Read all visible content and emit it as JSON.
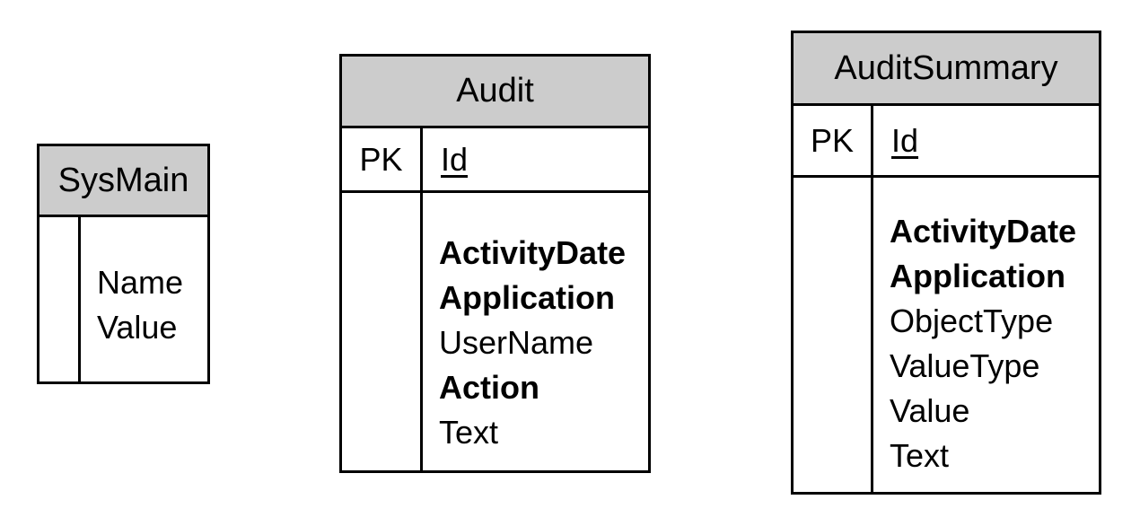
{
  "diagram": {
    "type": "entity-relationship",
    "colors": {
      "header_fill": "#cccccc",
      "border": "#000000",
      "background": "#ffffff",
      "text": "#000000"
    },
    "entities": [
      {
        "name": "SysMain",
        "attributes": [
          {
            "text": "Name",
            "bold": false
          },
          {
            "text": "Value",
            "bold": false
          }
        ]
      },
      {
        "name": "Audit",
        "pk_label": "PK",
        "pk_attribute": "Id",
        "attributes": [
          {
            "text": "ActivityDate",
            "bold": true
          },
          {
            "text": "Application",
            "bold": true
          },
          {
            "text": "UserName",
            "bold": false
          },
          {
            "text": "Action",
            "bold": true
          },
          {
            "text": "Text",
            "bold": false
          }
        ]
      },
      {
        "name": "AuditSummary",
        "pk_label": "PK",
        "pk_attribute": "Id",
        "attributes": [
          {
            "text": "ActivityDate",
            "bold": true
          },
          {
            "text": "Application",
            "bold": true
          },
          {
            "text": "ObjectType",
            "bold": false
          },
          {
            "text": "ValueType",
            "bold": false
          },
          {
            "text": "Value",
            "bold": false
          },
          {
            "text": "Text",
            "bold": false
          }
        ]
      }
    ]
  }
}
